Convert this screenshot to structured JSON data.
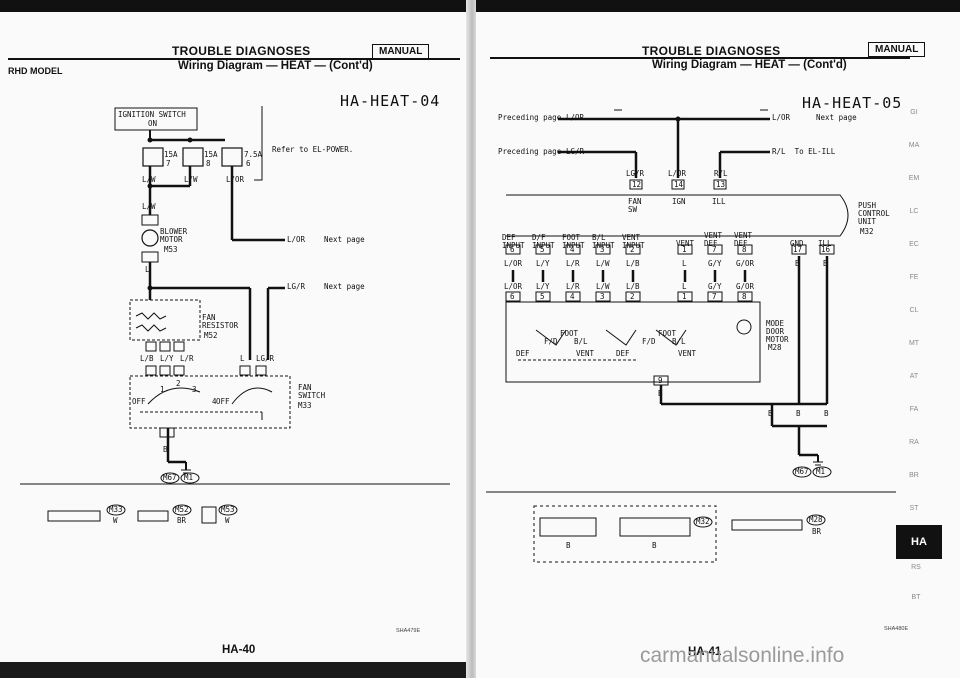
{
  "left_page": {
    "header_title": "TROUBLE DIAGNOSES",
    "manual_badge": "MANUAL",
    "header_subtitle": "Wiring Diagram — HEAT — (Cont'd)",
    "model_label": "RHD MODEL",
    "diagram_title": "HA-HEAT-04",
    "ignition_switch": "IGNITION SWITCH",
    "ignition_on": "ON",
    "fuses": [
      "15A",
      "15A",
      "7.5A"
    ],
    "fuse_numbers": [
      "7",
      "8",
      "6"
    ],
    "refer_text": "Refer to EL-POWER.",
    "fuse_wires": [
      "L/W",
      "L/W",
      "L/OR"
    ],
    "wire_lw": "L/W",
    "blower_motor": "BLOWER MOTOR",
    "blower_code": "M53",
    "wire_l": "L",
    "next_page_1": "L/OR",
    "next_page_2": "LG/R",
    "next_page_text": "Next page",
    "fan_resistor": "FAN RESISTOR",
    "fan_resistor_code": "M52",
    "resistor_wires": [
      "L/B",
      "L/Y",
      "L/R",
      "L",
      "LG/R"
    ],
    "fan_switch": "FAN SWITCH",
    "fan_switch_code": "M33",
    "off_label": "OFF",
    "switch_positions": [
      "1",
      "2",
      "3",
      "4"
    ],
    "ground_wire": "B",
    "ground_codes": [
      "M67",
      "M1"
    ],
    "connector_codes": [
      "M33",
      "M52",
      "M53"
    ],
    "connector_colors": [
      "W",
      "BR",
      "W"
    ],
    "ref_code": "SHA479E",
    "page_number": "HA-40"
  },
  "right_page": {
    "header_title": "TROUBLE DIAGNOSES",
    "manual_badge": "MANUAL",
    "header_subtitle": "Wiring Diagram — HEAT — (Cont'd)",
    "diagram_title": "HA-HEAT-05",
    "preceding_page": "Preceding page",
    "prev_wire_1": "L/OR",
    "prev_wire_2": "LG/R",
    "next_wire": "L/OR",
    "next_page_text": "Next page",
    "to_el_ill": "R/L  To EL-ILL",
    "top_wires": [
      "LG/R",
      "L/OR",
      "R/L"
    ],
    "top_pins": [
      "12",
      "14",
      "13"
    ],
    "top_pin_labels": [
      "FAN SW",
      "IGN",
      "ILL"
    ],
    "push_control": "PUSH CONTROL UNIT",
    "push_control_code": "M32",
    "inputs": [
      "DEF INPUT",
      "D/F INPUT",
      "FOOT INPUT",
      "B/L INPUT",
      "VENT INPUT",
      "VENT",
      "VENT DEF",
      "VENT DEF",
      "GND",
      "ILL"
    ],
    "input_pins": [
      "6",
      "5",
      "4",
      "3",
      "2",
      "1",
      "7",
      "8",
      "17",
      "16"
    ],
    "row_wires_1": [
      "L/OR",
      "L/Y",
      "L/R",
      "L/W",
      "L/B",
      "L",
      "G/Y",
      "G/OR",
      "B",
      "B"
    ],
    "row_wires_2": [
      "L/OR",
      "L/Y",
      "L/R",
      "L/W",
      "L/B",
      "L",
      "G/Y",
      "G/OR"
    ],
    "motor_pins": [
      "6",
      "5",
      "4",
      "3",
      "2",
      "1",
      "7",
      "8"
    ],
    "mode_motor": "MODE DOOR MOTOR",
    "mode_motor_code": "M28",
    "mode_labels": [
      "DEF",
      "F/D",
      "B/L",
      "FOOT",
      "VENT",
      "DEF",
      "F/D",
      "B/L",
      "FOOT",
      "VENT"
    ],
    "ground_pin": "9",
    "ground_wires": [
      "B",
      "B",
      "B",
      "B"
    ],
    "ground_codes": [
      "M67",
      "M1"
    ],
    "connector_codes": [
      "M32",
      "M28"
    ],
    "connector_colors": [
      "B",
      "B",
      "BR"
    ],
    "ref_code": "SHA480E",
    "page_number": "HA-41",
    "watermark": "carmanualsonline.info",
    "section_tab": "HA",
    "side_index": [
      "GI",
      "MA",
      "EM",
      "LC",
      "EC",
      "FE",
      "CL",
      "MT",
      "AT",
      "FA",
      "RA",
      "BR",
      "ST",
      "RS",
      "BT"
    ]
  }
}
